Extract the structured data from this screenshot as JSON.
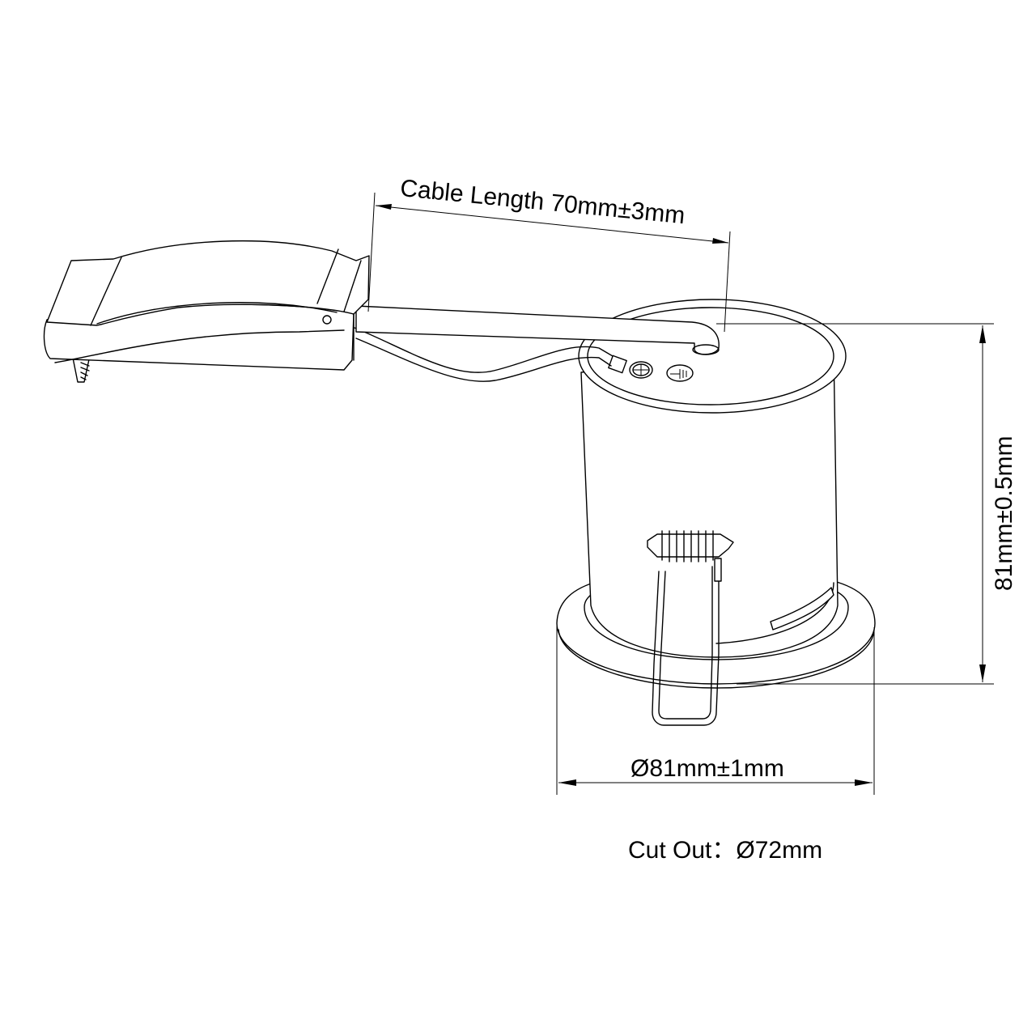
{
  "drawing": {
    "subject": "Recessed downlight fire-rated can with driver box",
    "stroke_color": "#000000",
    "background_color": "#ffffff"
  },
  "dimensions": {
    "cable_length": "Cable Length 70mm±3mm",
    "height": "81mm±0.5mm",
    "diameter": "Ø81mm±1mm",
    "cut_out": "Cut Out：Ø72mm"
  },
  "components": {
    "driver_box": "driver-box",
    "cable": "connection-cable",
    "can_body": "downlight-can",
    "bezel": "flange-bezel",
    "spring_clip": "torsion-spring-clip",
    "earth_terminal": "earth-symbol"
  }
}
